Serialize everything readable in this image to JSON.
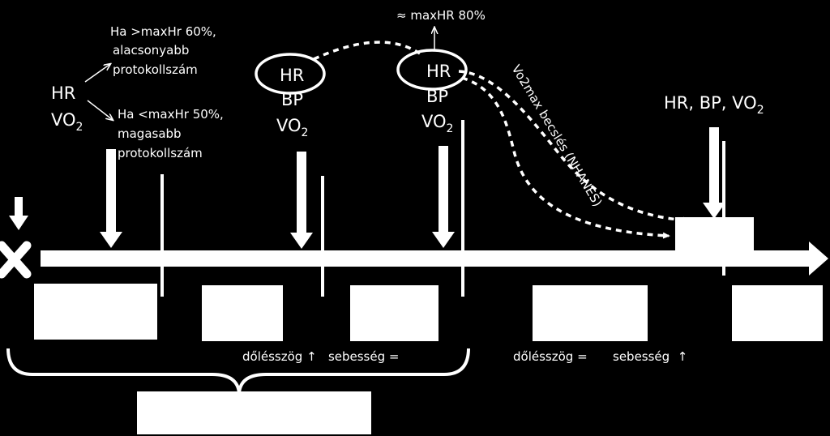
{
  "annotations": {
    "hr_vo2_left": {
      "hr": "HR",
      "vo2_main": "VO",
      "vo2_sub": "2"
    },
    "upper_branch": [
      "Ha >maxHr 60%,",
      "alacsonyabb",
      "protokollszám"
    ],
    "lower_branch": [
      "Ha <maxHr 50%,",
      "magasabb",
      "protokollszám"
    ],
    "stage2": {
      "hr": "HR",
      "bp": "BP",
      "vo2_main": "VO",
      "vo2_sub": "2"
    },
    "stage3": {
      "hr": "HR",
      "bp": "BP",
      "vo2_main": "VO",
      "vo2_sub": "2"
    },
    "maxhr_label": "≈ maxHR 80%",
    "vo2max_label": "Vo2max becslés (NHANES)",
    "final_label": {
      "main": "HR, BP, VO",
      "sub": "2"
    }
  },
  "bottom": {
    "left_text": "dőlésszög ↑   sebesség =",
    "right_text_a": "dőlésszög =",
    "right_text_b": "sebesség  ↑"
  }
}
